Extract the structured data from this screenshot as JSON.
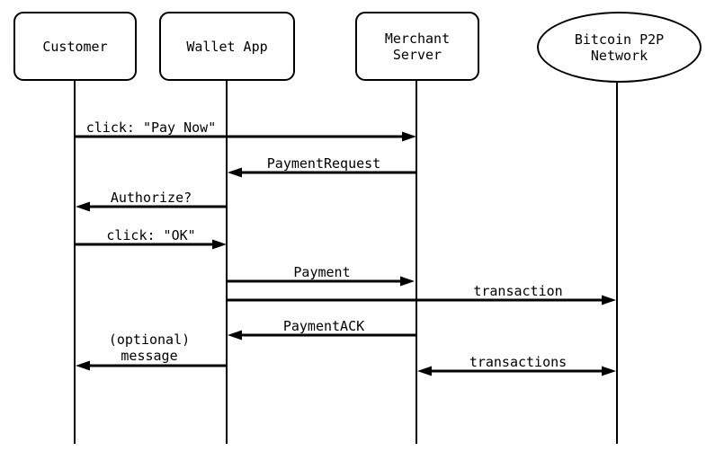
{
  "diagram": {
    "type": "sequence-diagram",
    "background_color": "#ffffff",
    "line_color": "#000000",
    "text_color": "#000000",
    "actors": [
      {
        "id": "customer",
        "label": "Customer",
        "shape": "rounded-rect"
      },
      {
        "id": "wallet-app",
        "label": "Wallet App",
        "shape": "rounded-rect"
      },
      {
        "id": "merchant-server",
        "label": "Merchant Server",
        "shape": "rounded-rect"
      },
      {
        "id": "bitcoin-p2p-network",
        "label": "Bitcoin P2P\nNetwork",
        "shape": "ellipse"
      }
    ],
    "messages": [
      {
        "label": "click: \"Pay Now\"",
        "from": "Customer",
        "to": "Merchant Server",
        "arrow": "right"
      },
      {
        "label": "PaymentRequest",
        "from": "Merchant Server",
        "to": "Wallet App",
        "arrow": "left"
      },
      {
        "label": "Authorize?",
        "from": "Wallet App",
        "to": "Customer",
        "arrow": "left"
      },
      {
        "label": "click: \"OK\"",
        "from": "Customer",
        "to": "Wallet App",
        "arrow": "right"
      },
      {
        "label": "Payment",
        "from": "Wallet App",
        "to": "Merchant Server",
        "arrow": "right"
      },
      {
        "label": "transaction",
        "from": "Wallet App",
        "to": "Bitcoin P2P Network",
        "arrow": "right"
      },
      {
        "label": "PaymentACK",
        "from": "Merchant Server",
        "to": "Wallet App",
        "arrow": "left"
      },
      {
        "label": "(optional)\nmessage",
        "from": "Wallet App",
        "to": "Customer",
        "arrow": "left"
      },
      {
        "label": "transactions",
        "from": "Merchant Server",
        "to": "Bitcoin P2P Network",
        "arrow": "both"
      }
    ]
  }
}
